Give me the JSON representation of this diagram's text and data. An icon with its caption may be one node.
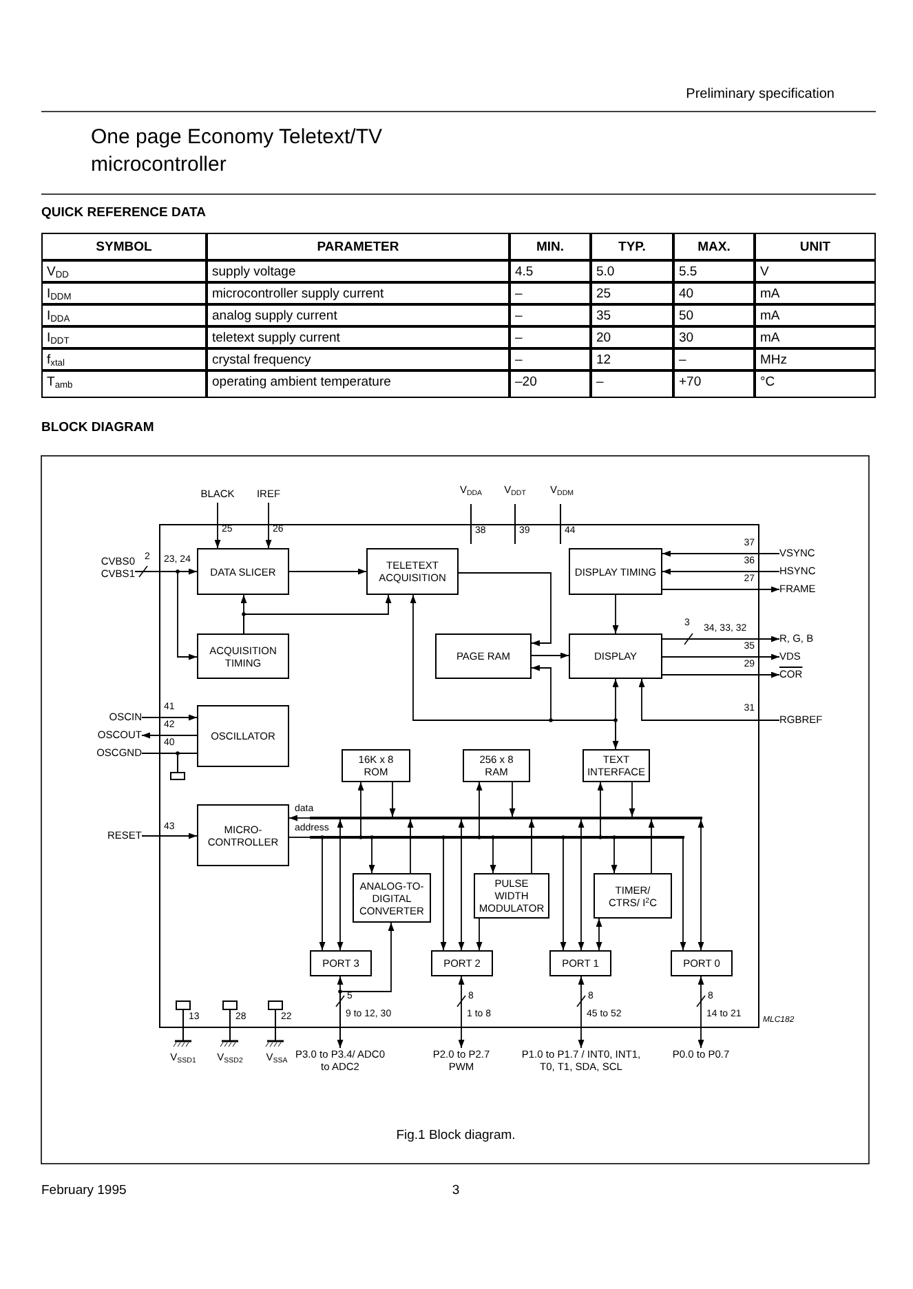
{
  "diagram": {
    "title": "One page Economy Teletext/TV microcontroller",
    "caption": "Fig.1 Block diagram.",
    "nodes": [
      {
        "text": [
          "DATA SLICER"
        ]
      },
      {
        "text": [
          "TELETEXT ACQUISITION"
        ]
      },
      {
        "text": [
          "DISPLAY TIMING"
        ]
      },
      {
        "text": [
          "ACQUISITION TIMING"
        ]
      },
      {
        "text": [
          "PAGE RAM"
        ]
      },
      {
        "text": [
          "DISPLAY"
        ]
      },
      {
        "text": [
          "OSCILLATOR"
        ]
      },
      {
        "text": [
          "16K x 8 ROM"
        ]
      },
      {
        "text": [
          "256 x 8 RAM"
        ]
      },
      {
        "text": [
          "TEXT INTERFACE"
        ]
      },
      {
        "text": [
          "MICRO-CONTROLLER"
        ]
      },
      {
        "text": [
          "ANALOG-TO-DIGITAL CONVERTER"
        ]
      },
      {
        "text": [
          "PULSE WIDTH MODULATOR"
        ]
      },
      {
        "text": [
          "TIMER/ CTRS/ I$^{2}$C"
        ]
      },
      {
        "text": [
          "PORT 3"
        ]
      },
      {
        "text": [
          "PORT 2"
        ]
      },
      {
        "text": [
          "PORT 1"
        ]
      },
      {
        "text": [
          "PORT 0"
        ]
      },
      {
        "text": [
          "BLACK"
        ]
      },
      {
        "text": [
          "IREF"
        ]
      },
      {
        "text": [
          "CVBS0 CVBS1"
        ]
      },
      {
        "text": [
          "VSYNC"
        ]
      },
      {
        "text": [
          "HSYNC"
        ]
      },
      {
        "text": [
          "FRAME"
        ]
      },
      {
        "text": [
          "R, G, B"
        ]
      },
      {
        "text": [
          "VDS"
        ]
      },
      {
        "text": [
          "COR"
        ]
      },
      {
        "text": [
          "RGBREF"
        ]
      },
      {
        "text": [
          "OSCIN"
        ]
      },
      {
        "text": [
          "OSCOUT"
        ]
      },
      {
        "text": [
          "OSCGND"
        ]
      },
      {
        "text": [
          "RESET"
        ]
      },
      {
        "text": [
          "P3.0 to P3.4/ ADC0 to ADC2"
        ]
      },
      {
        "text": [
          "P2.0 to P2.7 PWM"
        ]
      },
      {
        "text": [
          "P1.0 to P1.7 / INT0, INT1, T0, T1, SDA, SCL"
        ]
      },
      {
        "text": [
          "P0.0 to P0.7"
        ]
      },
      {
        "text": [],
        "shape": "bar"
      },
      {
        "text": [],
        "shape": "bar"
      }
    ],
    "edges": [
      {
        "from": 18,
        "to": 0,
        "arrow": "to"
      },
      {
        "from": 19,
        "to": 0,
        "arrow": "to"
      },
      {
        "from": 20,
        "to": 0,
        "arrow": "to"
      },
      {
        "from": 20,
        "to": 3,
        "arrow": "to"
      },
      {
        "from": 0,
        "to": 1,
        "arrow": "to"
      },
      {
        "from": 3,
        "to": 0,
        "arrow": "to"
      },
      {
        "from": 3,
        "to": 1,
        "arrow": "to"
      },
      {
        "from": 1,
        "to": 4,
        "arrow": "to"
      },
      {
        "from": 4,
        "to": 5,
        "arrow": "to"
      },
      {
        "from": 2,
        "to": 5,
        "arrow": "to"
      },
      {
        "from": 5,
        "to": 9,
        "arrow": "both"
      },
      {
        "from": 9,
        "to": 1,
        "arrow": "to"
      },
      {
        "from": 9,
        "to": 4,
        "arrow": "to"
      },
      {
        "from": 21,
        "to": 2,
        "arrow": "to"
      },
      {
        "from": 22,
        "to": 2,
        "arrow": "to"
      },
      {
        "from": 2,
        "to": 23,
        "arrow": "to"
      },
      {
        "from": 5,
        "to": 24,
        "arrow": "to"
      },
      {
        "from": 5,
        "to": 25,
        "arrow": "to"
      },
      {
        "from": 5,
        "to": 26,
        "arrow": "to"
      },
      {
        "from": 27,
        "to": 5,
        "arrow": "to"
      },
      {
        "from": 28,
        "to": 6,
        "arrow": "to"
      },
      {
        "from": 6,
        "to": 29,
        "arrow": "to"
      },
      {
        "from": 30,
        "to": 6,
        "arrow": "none"
      },
      {
        "from": 31,
        "to": 10,
        "arrow": "to"
      },
      {
        "from": 36,
        "to": 10,
        "arrow": "to"
      },
      {
        "from": 10,
        "to": 37,
        "arrow": "none"
      },
      {
        "from": 37,
        "to": 7,
        "arrow": "to"
      },
      {
        "from": 7,
        "to": 36,
        "arrow": "to"
      },
      {
        "from": 37,
        "to": 8,
        "arrow": "to"
      },
      {
        "from": 8,
        "to": 36,
        "arrow": "to"
      },
      {
        "from": 37,
        "to": 9,
        "arrow": "to"
      },
      {
        "from": 9,
        "to": 36,
        "arrow": "to"
      },
      {
        "from": 37,
        "to": 14,
        "arrow": "to"
      },
      {
        "from": 36,
        "to": 14,
        "arrow": "both"
      },
      {
        "from": 37,
        "to": 11,
        "arrow": "to"
      },
      {
        "from": 11,
        "to": 36,
        "arrow": "to"
      },
      {
        "from": 37,
        "to": 15,
        "arrow": "to"
      },
      {
        "from": 36,
        "to": 15,
        "arrow": "both"
      },
      {
        "from": 37,
        "to": 12,
        "arrow": "to"
      },
      {
        "from": 12,
        "to": 36,
        "arrow": "to"
      },
      {
        "from": 12,
        "to": 15,
        "arrow": "to"
      },
      {
        "from": 37,
        "to": 16,
        "arrow": "to"
      },
      {
        "from": 36,
        "to": 16,
        "arrow": "both"
      },
      {
        "from": 37,
        "to": 13,
        "arrow": "to"
      },
      {
        "from": 13,
        "to": 36,
        "arrow": "to"
      },
      {
        "from": 13,
        "to": 16,
        "arrow": "both"
      },
      {
        "from": 37,
        "to": 17,
        "arrow": "to"
      },
      {
        "from": 36,
        "to": 17,
        "arrow": "both"
      },
      {
        "from": 14,
        "to": 32,
        "arrow": "both"
      },
      {
        "from": 32,
        "to": 11,
        "arrow": "to"
      },
      {
        "from": 15,
        "to": 33,
        "arrow": "both"
      },
      {
        "from": 16,
        "to": 34,
        "arrow": "both"
      },
      {
        "from": 17,
        "to": 35,
        "arrow": "both"
      }
    ],
    "labels": [
      "Preliminary specification",
      "QUICK REFERENCE DATA",
      "SYMBOL",
      "PARAMETER",
      "MIN.",
      "TYP.",
      "MAX.",
      "UNIT",
      "V$_{DD}$",
      "supply voltage",
      "4.5",
      "5.0",
      "5.5",
      "V",
      "I$_{DDM}$",
      "microcontroller supply current",
      "–",
      "25",
      "40",
      "mA",
      "I$_{DDA}$",
      "analog supply current",
      "–",
      "35",
      "50",
      "mA",
      "I$_{DDT}$",
      "teletext supply current",
      "–",
      "20",
      "30",
      "mA",
      "f$_{xtal}$",
      "crystal frequency",
      "–",
      "12",
      "–",
      "MHz",
      "T$_{amb}$",
      "operating ambient temperature",
      "–20",
      "–",
      "+70",
      "°C",
      "BLOCK DIAGRAM",
      "V$_{DDA}$",
      "V$_{DDT}$",
      "V$_{DDM}$",
      "25",
      "26",
      "38",
      "39",
      "44",
      "37",
      "36",
      "27",
      "2",
      "23, 24",
      "3",
      "34, 33, 32",
      "35",
      "29",
      "41",
      "31",
      "42",
      "40",
      "data",
      "43",
      "address",
      "5",
      "9 to 12, 30",
      "8",
      "1 to 8",
      "8",
      "45 to 52",
      "8",
      "14 to 21",
      "MLC182",
      "13",
      "28",
      "22",
      "V$_{SSD1}$",
      "V$_{SSD2}$",
      "V$_{SSA}$",
      "February 1995",
      "3"
    ]
  }
}
